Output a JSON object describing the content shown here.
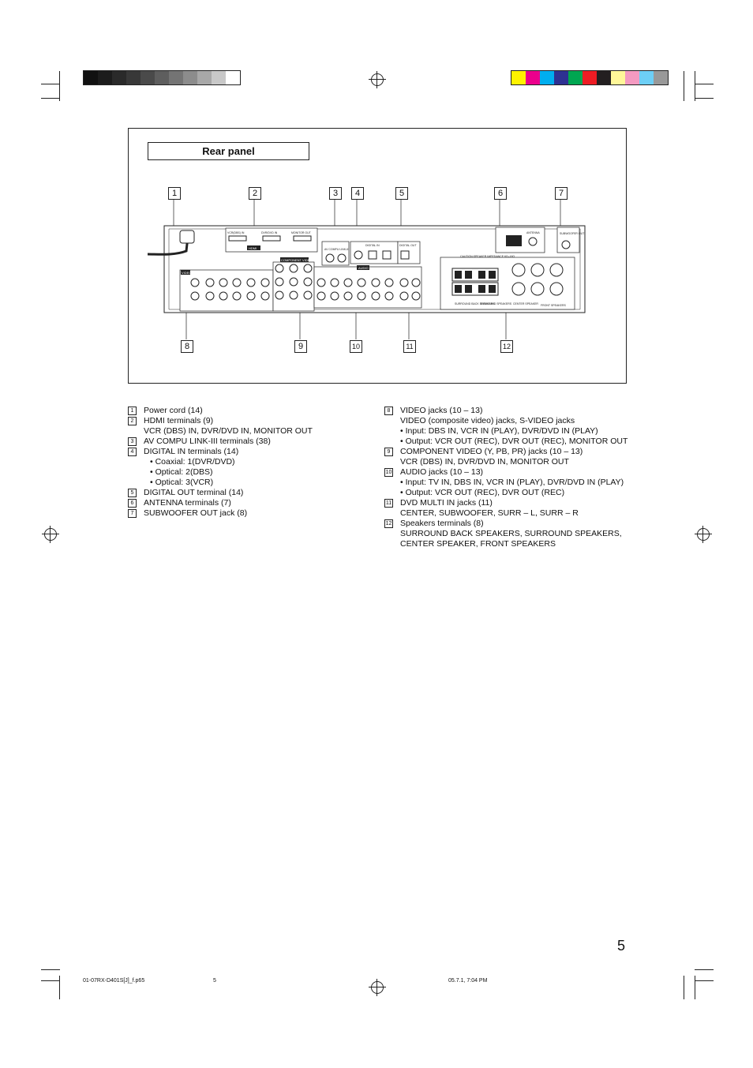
{
  "heading": "Rear panel",
  "callouts_top": [
    "1",
    "2",
    "3",
    "4",
    "5",
    "6",
    "7"
  ],
  "callouts_bottom": [
    "8",
    "9",
    "10",
    "11",
    "12"
  ],
  "panel_labels": {
    "hdmi": "HDMI",
    "vcr_dbs_in": "VCR(DBS) IN",
    "dvr_dvd_in": "DVR/DVD IN",
    "monitor_out": "MONITOR OUT",
    "av_compu": "AV COMPU LINK-III",
    "digital_in": "DIGITAL IN",
    "digital_out": "DIGITAL OUT",
    "antenna": "ANTENNA",
    "subwoofer_out": "SUBWOOFER OUT",
    "component_video": "COMPONENT VIDEO",
    "video": "VIDEO",
    "audio": "AUDIO",
    "caution": "CAUTION:SPEAKER IMPEDANCE 6Ω–16Ω",
    "surround_back": "SURROUND BACK SPEAKERS",
    "surround": "SURROUND SPEAKERS",
    "center": "CENTER SPEAKER",
    "front": "FRONT SPEAKERS"
  },
  "left_items": [
    {
      "n": "1",
      "lines": [
        "Power cord (14)"
      ],
      "bullets": []
    },
    {
      "n": "2",
      "lines": [
        "HDMI terminals (9)",
        "VCR (DBS) IN, DVR/DVD IN, MONITOR OUT"
      ],
      "bullets": []
    },
    {
      "n": "3",
      "lines": [
        "AV COMPU LINK-III terminals (38)"
      ],
      "bullets": []
    },
    {
      "n": "4",
      "lines": [
        "DIGITAL IN terminals (14)"
      ],
      "bullets": [
        "• Coaxial: 1(DVR/DVD)",
        "• Optical: 2(DBS)",
        "• Optical: 3(VCR)"
      ]
    },
    {
      "n": "5",
      "lines": [
        "DIGITAL OUT terminal (14)"
      ],
      "bullets": []
    },
    {
      "n": "6",
      "lines": [
        "ANTENNA terminals (7)"
      ],
      "bullets": []
    },
    {
      "n": "7",
      "lines": [
        "SUBWOOFER OUT jack (8)"
      ],
      "bullets": []
    }
  ],
  "right_items": [
    {
      "n": "8",
      "lines": [
        "VIDEO jacks (10 – 13)",
        "VIDEO (composite video) jacks, S-VIDEO jacks"
      ],
      "bullets": [
        "• Input: DBS IN, VCR IN (PLAY), DVR/DVD IN (PLAY)",
        "• Output: VCR OUT (REC), DVR OUT (REC), MONITOR OUT"
      ]
    },
    {
      "n": "9",
      "lines": [
        "COMPONENT VIDEO (Y, PB, PR) jacks (10 – 13)",
        "VCR (DBS) IN, DVR/DVD IN, MONITOR OUT"
      ],
      "bullets": []
    },
    {
      "n": "10",
      "lines": [
        "AUDIO jacks (10 – 13)"
      ],
      "bullets": [
        "• Input: TV IN, DBS IN, VCR IN (PLAY), DVR/DVD IN (PLAY)",
        "• Output: VCR OUT (REC), DVR OUT (REC)"
      ]
    },
    {
      "n": "11",
      "lines": [
        "DVD MULTI IN jacks (11)",
        "CENTER, SUBWOOFER, SURR – L, SURR – R"
      ],
      "bullets": []
    },
    {
      "n": "12",
      "lines": [
        "Speakers terminals (8)",
        "SURROUND BACK SPEAKERS, SURROUND SPEAKERS,",
        "CENTER SPEAKER, FRONT SPEAKERS"
      ],
      "bullets": []
    }
  ],
  "page_number": "5",
  "footer": {
    "file": "01-07RX-D401S[J]_f.p65",
    "page": "5",
    "date": "05.7.1, 7:04 PM"
  },
  "colors": {
    "gray_strip": [
      "#111111",
      "#1c1c1c",
      "#2a2a2a",
      "#383838",
      "#4a4a4a",
      "#5e5e5e",
      "#747474",
      "#8c8c8c",
      "#a8a8a8",
      "#c8c8c8",
      "#ffffff"
    ],
    "color_strip": [
      "#fff200",
      "#ec008c",
      "#00aeef",
      "#2e3192",
      "#00a651",
      "#ed1c24",
      "#231f20",
      "#fff799",
      "#f49ac1",
      "#6dcff6",
      "#999999"
    ]
  }
}
